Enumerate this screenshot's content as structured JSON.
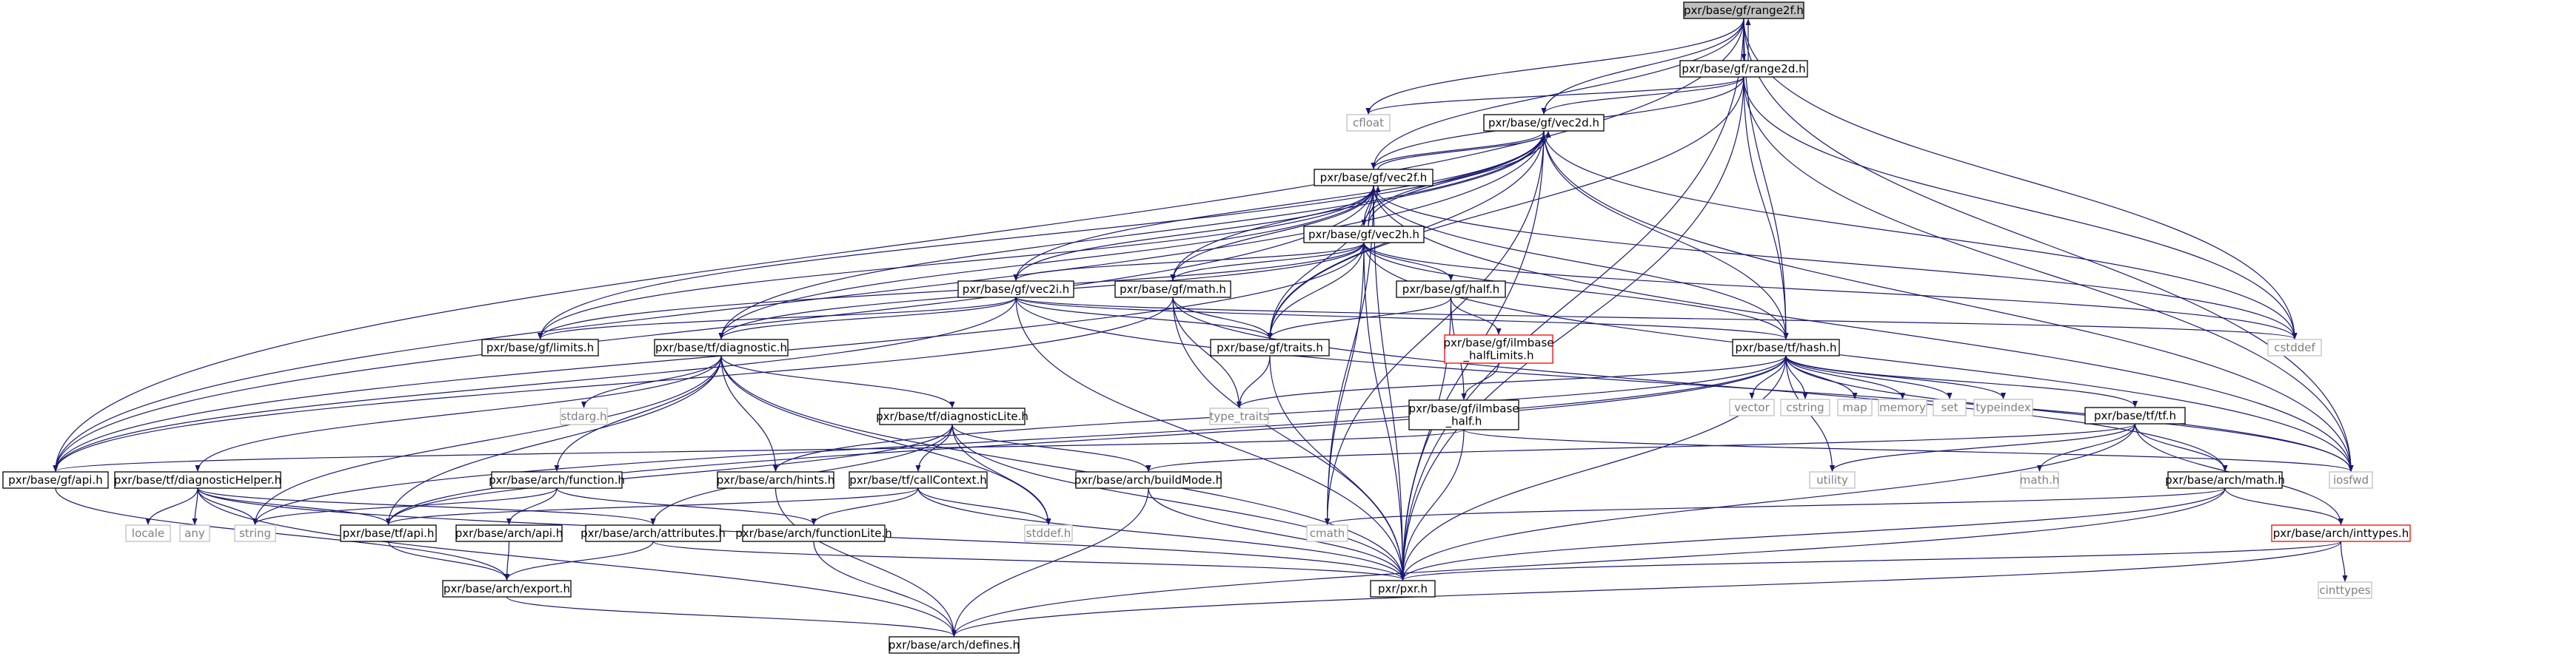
{
  "colors": {
    "edge": "#191970",
    "root_fill": "#bfbfbf",
    "node_border": "#000000",
    "external_border": "#bfbfbf",
    "external_text": "#7f7f7f",
    "truncated_border": "#ff0000"
  },
  "nodes": [
    {
      "id": "n_range2f",
      "label": "pxr/base/gf/range2f.h",
      "kind": "root"
    },
    {
      "id": "n_range2d",
      "label": "pxr/base/gf/range2d.h",
      "kind": "normal"
    },
    {
      "id": "n_cfloat",
      "label": "cfloat",
      "kind": "external"
    },
    {
      "id": "n_vec2d",
      "label": "pxr/base/gf/vec2d.h",
      "kind": "normal"
    },
    {
      "id": "n_vec2f",
      "label": "pxr/base/gf/vec2f.h",
      "kind": "normal"
    },
    {
      "id": "n_vec2h",
      "label": "pxr/base/gf/vec2h.h",
      "kind": "normal"
    },
    {
      "id": "n_vec2i",
      "label": "pxr/base/gf/vec2i.h",
      "kind": "normal"
    },
    {
      "id": "n_math",
      "label": "pxr/base/gf/math.h",
      "kind": "normal"
    },
    {
      "id": "n_half",
      "label": "pxr/base/gf/half.h",
      "kind": "normal"
    },
    {
      "id": "n_limits",
      "label": "pxr/base/gf/limits.h",
      "kind": "normal"
    },
    {
      "id": "n_traits",
      "label": "pxr/base/gf/traits.h",
      "kind": "normal"
    },
    {
      "id": "n_cstddef",
      "label": "cstddef",
      "kind": "external"
    },
    {
      "id": "n_diag",
      "label": "pxr/base/tf/diagnostic.h",
      "kind": "normal"
    },
    {
      "id": "n_ilmlim",
      "label": [
        "pxr/base/gf/ilmbase",
        "_halfLimits.h"
      ],
      "kind": "truncated"
    },
    {
      "id": "n_hash",
      "label": "pxr/base/tf/hash.h",
      "kind": "normal"
    },
    {
      "id": "n_stdargh",
      "label": "stdarg.h",
      "kind": "external"
    },
    {
      "id": "n_diaglite",
      "label": "pxr/base/tf/diagnosticLite.h",
      "kind": "normal"
    },
    {
      "id": "n_typetraits",
      "label": "type_traits",
      "kind": "external"
    },
    {
      "id": "n_ilmhalf",
      "label": [
        "pxr/base/gf/ilmbase",
        "_half.h"
      ],
      "kind": "normal"
    },
    {
      "id": "n_vector",
      "label": "vector",
      "kind": "external"
    },
    {
      "id": "n_cstring",
      "label": "cstring",
      "kind": "external"
    },
    {
      "id": "n_map",
      "label": "map",
      "kind": "external"
    },
    {
      "id": "n_memory",
      "label": "memory",
      "kind": "external"
    },
    {
      "id": "n_set",
      "label": "set",
      "kind": "external"
    },
    {
      "id": "n_typeindex",
      "label": "typeindex",
      "kind": "external"
    },
    {
      "id": "n_tf",
      "label": "pxr/base/tf/tf.h",
      "kind": "normal"
    },
    {
      "id": "n_gfapi",
      "label": "pxr/base/gf/api.h",
      "kind": "normal"
    },
    {
      "id": "n_diaghelper",
      "label": "pxr/base/tf/diagnosticHelper.h",
      "kind": "normal"
    },
    {
      "id": "n_function",
      "label": "pxr/base/arch/function.h",
      "kind": "normal"
    },
    {
      "id": "n_hints",
      "label": "pxr/base/arch/hints.h",
      "kind": "normal"
    },
    {
      "id": "n_callctx",
      "label": "pxr/base/tf/callContext.h",
      "kind": "normal"
    },
    {
      "id": "n_buildmode",
      "label": "pxr/base/arch/buildMode.h",
      "kind": "normal"
    },
    {
      "id": "n_utility",
      "label": "utility",
      "kind": "external"
    },
    {
      "id": "n_mathh",
      "label": "math.h",
      "kind": "external"
    },
    {
      "id": "n_archmath",
      "label": "pxr/base/arch/math.h",
      "kind": "normal"
    },
    {
      "id": "n_iosfwd",
      "label": "iosfwd",
      "kind": "external"
    },
    {
      "id": "n_locale",
      "label": "locale",
      "kind": "external"
    },
    {
      "id": "n_any",
      "label": "any",
      "kind": "external"
    },
    {
      "id": "n_string",
      "label": "string",
      "kind": "external"
    },
    {
      "id": "n_tfapi",
      "label": "pxr/base/tf/api.h",
      "kind": "normal"
    },
    {
      "id": "n_archapi",
      "label": "pxr/base/arch/api.h",
      "kind": "normal"
    },
    {
      "id": "n_attrs",
      "label": "pxr/base/arch/attributes.h",
      "kind": "normal"
    },
    {
      "id": "n_funclite",
      "label": "pxr/base/arch/functionLite.h",
      "kind": "normal"
    },
    {
      "id": "n_stddef",
      "label": "stddef.h",
      "kind": "external"
    },
    {
      "id": "n_cmath",
      "label": "cmath",
      "kind": "external"
    },
    {
      "id": "n_inttypes",
      "label": "pxr/base/arch/inttypes.h",
      "kind": "truncated"
    },
    {
      "id": "n_pxr",
      "label": "pxr/pxr.h",
      "kind": "normal"
    },
    {
      "id": "n_cinttypes",
      "label": "cinttypes",
      "kind": "external"
    },
    {
      "id": "n_export",
      "label": "pxr/base/arch/export.h",
      "kind": "normal"
    },
    {
      "id": "n_defines",
      "label": "pxr/base/arch/defines.h",
      "kind": "normal"
    }
  ],
  "edges": [
    [
      "n_range2f",
      "n_range2d"
    ],
    [
      "n_range2f",
      "n_cfloat"
    ],
    [
      "n_range2f",
      "n_vec2d"
    ],
    [
      "n_range2f",
      "n_vec2f"
    ],
    [
      "n_range2f",
      "n_hash"
    ],
    [
      "n_range2f",
      "n_cstddef"
    ],
    [
      "n_range2f",
      "n_iosfwd"
    ],
    [
      "n_range2f",
      "n_gfapi"
    ],
    [
      "n_range2f",
      "n_pxr"
    ],
    [
      "n_range2d",
      "n_range2f"
    ],
    [
      "n_range2d",
      "n_cfloat"
    ],
    [
      "n_range2d",
      "n_vec2d"
    ],
    [
      "n_range2d",
      "n_vec2f"
    ],
    [
      "n_range2d",
      "n_traits"
    ],
    [
      "n_range2d",
      "n_hash"
    ],
    [
      "n_range2d",
      "n_cstddef"
    ],
    [
      "n_range2d",
      "n_iosfwd"
    ],
    [
      "n_range2d",
      "n_pxr"
    ],
    [
      "n_vec2d",
      "n_vec2f"
    ],
    [
      "n_vec2d",
      "n_vec2h"
    ],
    [
      "n_vec2d",
      "n_vec2i"
    ],
    [
      "n_vec2d",
      "n_math"
    ],
    [
      "n_vec2d",
      "n_limits"
    ],
    [
      "n_vec2d",
      "n_traits"
    ],
    [
      "n_vec2d",
      "n_diag"
    ],
    [
      "n_vec2d",
      "n_hash"
    ],
    [
      "n_vec2d",
      "n_cstddef"
    ],
    [
      "n_vec2d",
      "n_cmath"
    ],
    [
      "n_vec2d",
      "n_iosfwd"
    ],
    [
      "n_vec2d",
      "n_gfapi"
    ],
    [
      "n_vec2d",
      "n_pxr"
    ],
    [
      "n_vec2f",
      "n_vec2d"
    ],
    [
      "n_vec2f",
      "n_vec2h"
    ],
    [
      "n_vec2f",
      "n_vec2i"
    ],
    [
      "n_vec2f",
      "n_math"
    ],
    [
      "n_vec2f",
      "n_limits"
    ],
    [
      "n_vec2f",
      "n_traits"
    ],
    [
      "n_vec2f",
      "n_diag"
    ],
    [
      "n_vec2f",
      "n_hash"
    ],
    [
      "n_vec2f",
      "n_cstddef"
    ],
    [
      "n_vec2f",
      "n_cmath"
    ],
    [
      "n_vec2f",
      "n_iosfwd"
    ],
    [
      "n_vec2f",
      "n_gfapi"
    ],
    [
      "n_vec2f",
      "n_pxr"
    ],
    [
      "n_vec2h",
      "n_vec2d"
    ],
    [
      "n_vec2h",
      "n_vec2f"
    ],
    [
      "n_vec2h",
      "n_vec2i"
    ],
    [
      "n_vec2h",
      "n_math"
    ],
    [
      "n_vec2h",
      "n_half"
    ],
    [
      "n_vec2h",
      "n_limits"
    ],
    [
      "n_vec2h",
      "n_traits"
    ],
    [
      "n_vec2h",
      "n_diag"
    ],
    [
      "n_vec2h",
      "n_hash"
    ],
    [
      "n_vec2h",
      "n_cstddef"
    ],
    [
      "n_vec2h",
      "n_cmath"
    ],
    [
      "n_vec2h",
      "n_iosfwd"
    ],
    [
      "n_vec2h",
      "n_gfapi"
    ],
    [
      "n_vec2h",
      "n_pxr"
    ],
    [
      "n_vec2i",
      "n_limits"
    ],
    [
      "n_vec2i",
      "n_traits"
    ],
    [
      "n_vec2i",
      "n_diag"
    ],
    [
      "n_vec2i",
      "n_hash"
    ],
    [
      "n_vec2i",
      "n_cstddef"
    ],
    [
      "n_vec2i",
      "n_iosfwd"
    ],
    [
      "n_vec2i",
      "n_gfapi"
    ],
    [
      "n_vec2i",
      "n_pxr"
    ],
    [
      "n_math",
      "n_traits"
    ],
    [
      "n_math",
      "n_archmath"
    ],
    [
      "n_math",
      "n_typetraits"
    ],
    [
      "n_math",
      "n_gfapi"
    ],
    [
      "n_math",
      "n_pxr"
    ],
    [
      "n_half",
      "n_traits"
    ],
    [
      "n_half",
      "n_ilmlim"
    ],
    [
      "n_half",
      "n_ilmhalf"
    ],
    [
      "n_half",
      "n_pxr"
    ],
    [
      "n_traits",
      "n_typetraits"
    ],
    [
      "n_traits",
      "n_pxr"
    ],
    [
      "n_ilmlim",
      "n_ilmhalf"
    ],
    [
      "n_ilmhalf",
      "n_iosfwd"
    ],
    [
      "n_ilmhalf",
      "n_gfapi"
    ],
    [
      "n_ilmhalf",
      "n_pxr"
    ],
    [
      "n_diag",
      "n_diaglite"
    ],
    [
      "n_diag",
      "n_stdargh"
    ],
    [
      "n_diag",
      "n_diaghelper"
    ],
    [
      "n_diag",
      "n_function"
    ],
    [
      "n_diag",
      "n_hints"
    ],
    [
      "n_diag",
      "n_tfapi"
    ],
    [
      "n_diag",
      "n_string"
    ],
    [
      "n_diag",
      "n_stddef"
    ],
    [
      "n_diag",
      "n_pxr"
    ],
    [
      "n_diaglite",
      "n_tfapi"
    ],
    [
      "n_diaglite",
      "n_buildmode"
    ],
    [
      "n_diaglite",
      "n_callctx"
    ],
    [
      "n_diaglite",
      "n_attrs"
    ],
    [
      "n_diaglite",
      "n_stddef"
    ],
    [
      "n_diaglite",
      "n_pxr"
    ],
    [
      "n_hash",
      "n_tf"
    ],
    [
      "n_hash",
      "n_typetraits"
    ],
    [
      "n_hash",
      "n_vector"
    ],
    [
      "n_hash",
      "n_cstring"
    ],
    [
      "n_hash",
      "n_map"
    ],
    [
      "n_hash",
      "n_memory"
    ],
    [
      "n_hash",
      "n_set"
    ],
    [
      "n_hash",
      "n_typeindex"
    ],
    [
      "n_hash",
      "n_utility"
    ],
    [
      "n_hash",
      "n_string"
    ],
    [
      "n_hash",
      "n_tfapi"
    ],
    [
      "n_hash",
      "n_hints"
    ],
    [
      "n_hash",
      "n_iosfwd"
    ],
    [
      "n_hash",
      "n_pxr"
    ],
    [
      "n_tf",
      "n_buildmode"
    ],
    [
      "n_tf",
      "n_archmath"
    ],
    [
      "n_tf",
      "n_inttypes"
    ],
    [
      "n_tf",
      "n_mathh"
    ],
    [
      "n_tf",
      "n_utility"
    ],
    [
      "n_tf",
      "n_pxr"
    ],
    [
      "n_gfapi",
      "n_export"
    ],
    [
      "n_diaghelper",
      "n_tfapi"
    ],
    [
      "n_diaghelper",
      "n_locale"
    ],
    [
      "n_diaghelper",
      "n_any"
    ],
    [
      "n_diaghelper",
      "n_string"
    ],
    [
      "n_diaghelper",
      "n_attrs"
    ],
    [
      "n_diaghelper",
      "n_defines"
    ],
    [
      "n_diaghelper",
      "n_pxr"
    ],
    [
      "n_function",
      "n_archapi"
    ],
    [
      "n_function",
      "n_funclite"
    ],
    [
      "n_function",
      "n_string"
    ],
    [
      "n_hints",
      "n_defines"
    ],
    [
      "n_callctx",
      "n_funclite"
    ],
    [
      "n_callctx",
      "n_tfapi"
    ],
    [
      "n_callctx",
      "n_stddef"
    ],
    [
      "n_callctx",
      "n_pxr"
    ],
    [
      "n_buildmode",
      "n_defines"
    ],
    [
      "n_buildmode",
      "n_pxr"
    ],
    [
      "n_archmath",
      "n_defines"
    ],
    [
      "n_archmath",
      "n_inttypes"
    ],
    [
      "n_archmath",
      "n_cmath"
    ],
    [
      "n_archmath",
      "n_pxr"
    ],
    [
      "n_inttypes",
      "n_defines"
    ],
    [
      "n_inttypes",
      "n_cinttypes"
    ],
    [
      "n_inttypes",
      "n_pxr"
    ],
    [
      "n_tfapi",
      "n_export"
    ],
    [
      "n_archapi",
      "n_export"
    ],
    [
      "n_attrs",
      "n_export"
    ],
    [
      "n_attrs",
      "n_pxr"
    ],
    [
      "n_funclite",
      "n_defines"
    ],
    [
      "n_export",
      "n_defines"
    ]
  ]
}
